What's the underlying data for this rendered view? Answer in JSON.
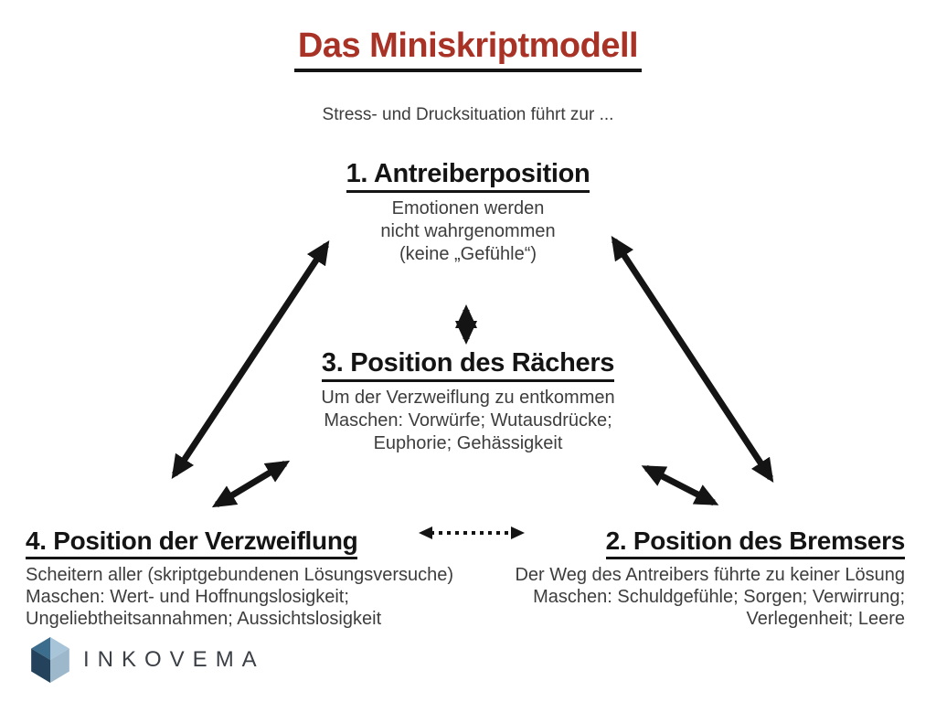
{
  "slide": {
    "title": "Das Miniskriptmodell",
    "subtitle": "Stress- und Drucksituation führt zur ...",
    "title_color": "#a93226",
    "heading_color": "#141414",
    "body_text_color": "#3d3d3d",
    "arrow_color": "#141414"
  },
  "positions": {
    "antreiber": {
      "heading": "1. Antreiberposition",
      "lines": [
        "Emotionen werden",
        "nicht wahrgenommen",
        "(keine „Gefühle“)"
      ]
    },
    "raecher": {
      "heading": "3. Position des Rächers",
      "lines": [
        "Um der Verzweiflung zu entkommen",
        "Maschen: Vorwürfe; Wutausdrücke;",
        "Euphorie; Gehässigkeit"
      ]
    },
    "bremser": {
      "heading": "2. Position des Bremsers",
      "lines": [
        "Der Weg des Antreibers führte zu keiner Lösung",
        "Maschen: Schuldgefühle; Sorgen; Verwirrung;",
        "Verlegenheit; Leere"
      ]
    },
    "verzweiflung": {
      "heading": "4. Position der Verzweiflung",
      "lines": [
        "Scheitern aller (skriptgebundenen Lösungsversuche)",
        "Maschen: Wert- und Hoffnungslosigkeit;",
        "Ungeliebtheitsannahmen; Aussichtslosigkeit"
      ]
    }
  },
  "arrows": [
    {
      "name": "antreiber-verzweiflung",
      "style": "solid",
      "double_headed": true
    },
    {
      "name": "antreiber-bremser",
      "style": "solid",
      "double_headed": true
    },
    {
      "name": "antreiber-raecher",
      "style": "solid",
      "double_headed": true
    },
    {
      "name": "verzweiflung-raecher",
      "style": "solid",
      "double_headed": true
    },
    {
      "name": "raecher-bremser",
      "style": "solid",
      "double_headed": true
    },
    {
      "name": "verzweiflung-bremser",
      "style": "dotted",
      "double_headed": true
    }
  ],
  "logo": {
    "text": "INKOVEMA",
    "cube_colors": {
      "top_left": "#3d6d8c",
      "top_right": "#a8c4d8",
      "bottom_left": "#24425c",
      "bottom_right": "#9db8ca"
    }
  }
}
